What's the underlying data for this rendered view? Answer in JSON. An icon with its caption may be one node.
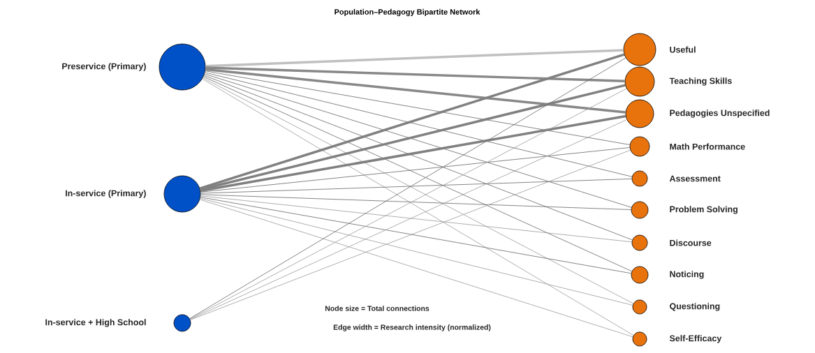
{
  "diagram": {
    "title": "Population–Pedagogy Bipartite Network",
    "nodes": [
      {
        "text": [
          "Preservice (Primary)"
        ]
      },
      {
        "text": [
          "In-service (Primary)"
        ]
      },
      {
        "text": [
          "In-service + High School"
        ]
      },
      {
        "text": [
          "Useful"
        ]
      },
      {
        "text": [
          "Teaching Skills"
        ]
      },
      {
        "text": [
          "Pedagogies Unspecified"
        ]
      },
      {
        "text": [
          "Math Performance"
        ]
      },
      {
        "text": [
          "Assessment"
        ]
      },
      {
        "text": [
          "Problem Solving"
        ]
      },
      {
        "text": [
          "Discourse"
        ]
      },
      {
        "text": [
          "Noticing"
        ]
      },
      {
        "text": [
          "Questioning"
        ]
      },
      {
        "text": [
          "Self-Efficacy"
        ]
      }
    ],
    "edges": [
      {
        "from": 0,
        "to": 3,
        "arrow": "none",
        "style": "thick",
        "color": "#c0c0c0"
      },
      {
        "from": 0,
        "to": 4,
        "arrow": "none",
        "style": "thick",
        "color": "#888888"
      },
      {
        "from": 0,
        "to": 5,
        "arrow": "none",
        "style": "thick",
        "color": "#888888"
      },
      {
        "from": 0,
        "to": 6,
        "arrow": "none"
      },
      {
        "from": 0,
        "to": 7,
        "arrow": "none"
      },
      {
        "from": 0,
        "to": 8,
        "arrow": "none"
      },
      {
        "from": 0,
        "to": 9,
        "arrow": "none"
      },
      {
        "from": 0,
        "to": 10,
        "arrow": "none"
      },
      {
        "from": 0,
        "to": 11,
        "arrow": "none",
        "color": "#999999"
      },
      {
        "from": 0,
        "to": 12,
        "arrow": "none",
        "color": "#999999"
      },
      {
        "from": 1,
        "to": 3,
        "arrow": "none",
        "style": "thick",
        "color": "#808080"
      },
      {
        "from": 1,
        "to": 4,
        "arrow": "none",
        "style": "thick",
        "color": "#808080"
      },
      {
        "from": 1,
        "to": 5,
        "arrow": "none",
        "style": "thick",
        "color": "#808080"
      },
      {
        "from": 1,
        "to": 6,
        "arrow": "none"
      },
      {
        "from": 1,
        "to": 7,
        "arrow": "none"
      },
      {
        "from": 1,
        "to": 8,
        "arrow": "none"
      },
      {
        "from": 1,
        "to": 9,
        "arrow": "none",
        "color": "#999999"
      },
      {
        "from": 1,
        "to": 10,
        "arrow": "none"
      },
      {
        "from": 1,
        "to": 11,
        "arrow": "none",
        "color": "#999999"
      },
      {
        "from": 1,
        "to": 12,
        "arrow": "none",
        "color": "#999999"
      },
      {
        "from": 2,
        "to": 3,
        "arrow": "none"
      },
      {
        "from": 2,
        "to": 4,
        "arrow": "none",
        "color": "#999999"
      },
      {
        "from": 2,
        "to": 5,
        "arrow": "none",
        "color": "#999999"
      },
      {
        "from": 2,
        "to": 6,
        "arrow": "none",
        "color": "#999999"
      }
    ],
    "labels": [
      "Node size = Total connections",
      "Edge width = Research intensity (normalized)"
    ]
  }
}
